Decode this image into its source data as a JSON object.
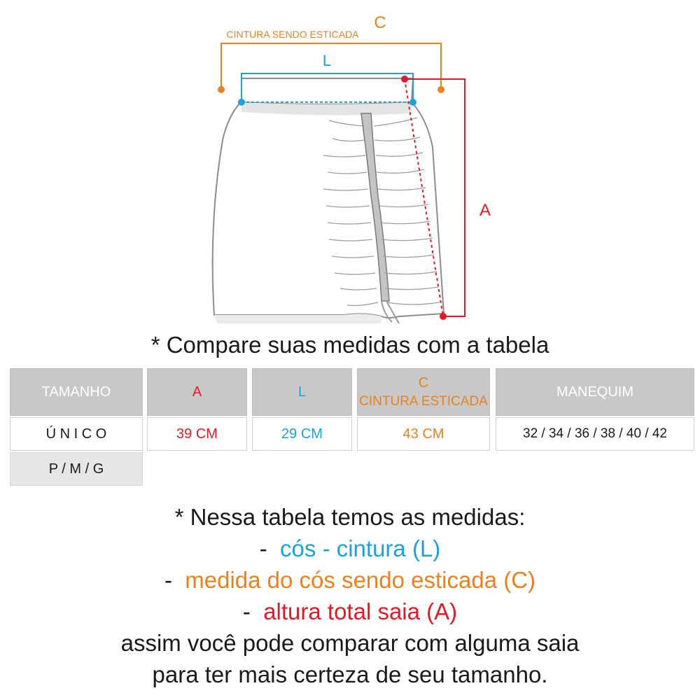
{
  "diagram": {
    "label_c_top": "C",
    "label_c_stretched": "CINTURA SENDO ESTICADA",
    "label_l": "L",
    "label_a": "A"
  },
  "compare_title": "* Compare suas medidas com a tabela",
  "table": {
    "headers": {
      "size": "TAMANHO",
      "a": "A",
      "l": "L",
      "c_letter": "C",
      "c_text": "CINTURA ESTICADA",
      "mannequin": "MANEQUIM"
    },
    "row": {
      "size": "Ú N I C O",
      "a": "39 CM",
      "l": "29 CM",
      "c": "43 CM",
      "mannequin": "32 / 34 / 36 / 38 / 40 / 42"
    },
    "size_letters": "P / M / G"
  },
  "notes": {
    "intro": "* Nessa tabela temos as medidas:",
    "line_l_dash": "-",
    "line_l": "cós - cintura (L)",
    "line_c_dash": "-",
    "line_c": "medida do cós sendo esticada (C)",
    "line_a_dash": "-",
    "line_a": "altura total saia (A)",
    "outro_1": "assim você pode comparar com alguma saia",
    "outro_2": "para ter mais certeza de seu tamanho."
  },
  "colors": {
    "l": "#1aa3db",
    "c": "#e8821e",
    "a": "#e01b24",
    "header_bg": "#c8c8c8"
  }
}
